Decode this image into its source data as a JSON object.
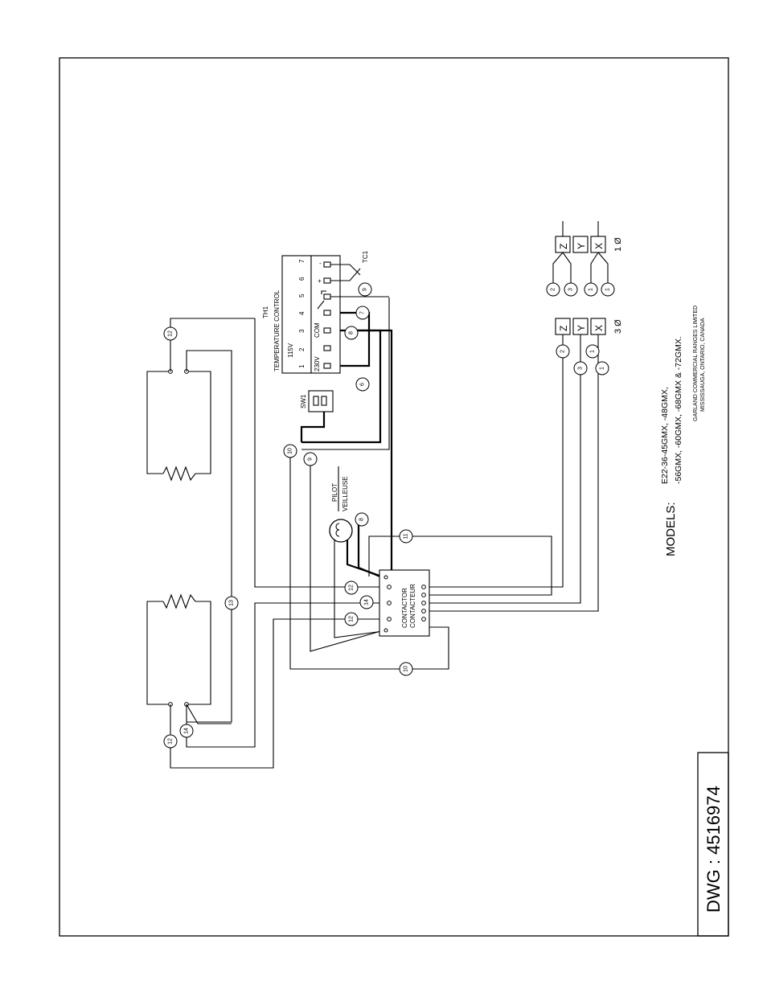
{
  "drawing_number": "DWG : 4516974",
  "models": {
    "label": "MODELS:",
    "line1": "E22-36-45GMX, -48GMX,",
    "line2": "-56GMX, -60GMX, -68GMX & -72GMX."
  },
  "manufacturer": {
    "name": "GARLAND COMMERCIAL RANGES LIMITED",
    "location": "MISSISSAUGA, ONTARIO, CANADA"
  },
  "temperature_control": {
    "tag": "TH1",
    "title": "TEMPERATURE CONTROL",
    "terminals": [
      "1",
      "2",
      "3",
      "4",
      "5",
      "6",
      "7"
    ],
    "label_115v": "115V",
    "label_230v": "230V",
    "label_com": "COM",
    "label_plus": "+",
    "label_minus": "-"
  },
  "thermocouple": {
    "tag": "TC1"
  },
  "switch": {
    "tag": "SW1"
  },
  "pilot": {
    "label_en": "PILOT",
    "label_fr": "VEILLEUSE"
  },
  "contactor": {
    "label_en": "CONTACTOR",
    "label_fr": "CONTACTEUR"
  },
  "supply_3phase": {
    "label": "3 Ø",
    "terminals": [
      "Z",
      "Y",
      "X"
    ]
  },
  "supply_1phase": {
    "label": "1 Ø",
    "terminals": [
      "Z",
      "Y",
      "X"
    ]
  },
  "wire_numbers": {
    "w12_top": "12",
    "w13": "13",
    "w12_bottom": "12",
    "w14_bottom": "14",
    "w10_left": "10",
    "w9_left": "9",
    "w8_pilot": "8",
    "w11": "11",
    "w12_cont_a": "12",
    "w14_cont": "14",
    "w12_cont_b": "12",
    "w10_bottom": "10",
    "w6": "6",
    "w7": "7",
    "w8_th": "8",
    "w9_th": "9",
    "w3ph_z": "2",
    "w3ph_x": "1",
    "w3ph_y": "3",
    "w3ph_x2": "1",
    "w1ph_z1": "2",
    "w1ph_z2": "3",
    "w1ph_x1": "1",
    "w1ph_x2": "1"
  }
}
